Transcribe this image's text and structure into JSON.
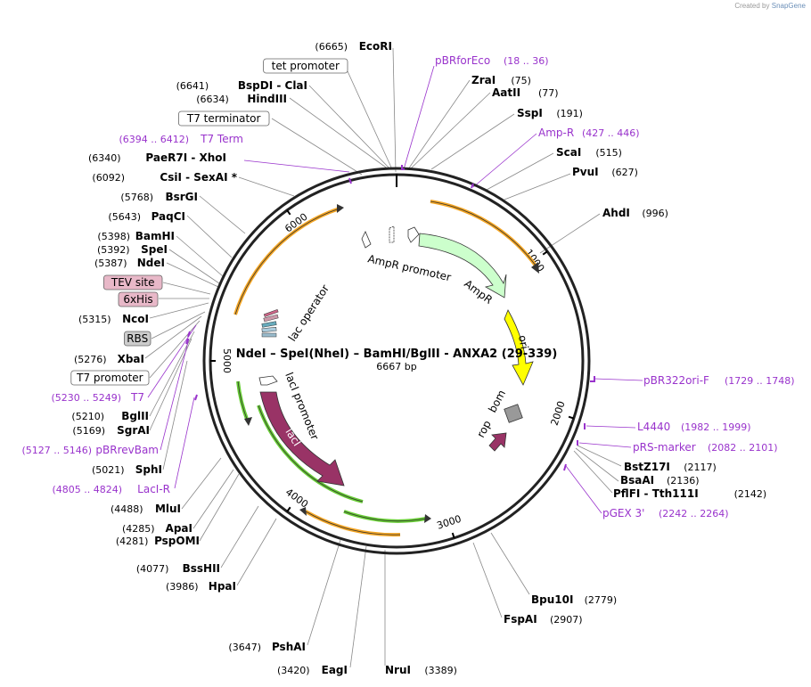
{
  "credit": {
    "prefix": "Created by",
    "brand": "SnapGene"
  },
  "plasmid": {
    "name": "NdeI – SpeI(NheI) – BamHI/BglII - ANXA2 (29-339)",
    "size_label": "6667 bp",
    "length": 6667
  },
  "colors": {
    "backbone": "#222222",
    "primer": "#9933cc",
    "ampR": "#ccffcc",
    "ori": "#ffff00",
    "lacI": "#993366",
    "orange_feature": "#f5a623",
    "green_feature": "#66cc33"
  },
  "ticks": [
    {
      "label": "1000",
      "pos": 1000
    },
    {
      "label": "2000",
      "pos": 2000
    },
    {
      "label": "3000",
      "pos": 3000
    },
    {
      "label": "4000",
      "pos": 4000
    },
    {
      "label": "5000",
      "pos": 5000
    },
    {
      "label": "6000",
      "pos": 6000
    }
  ],
  "features": {
    "ampR_promoter": "AmpR promoter",
    "ampR": "AmpR",
    "ori": "ori",
    "rop": "rop",
    "bom": "bom",
    "lacI_promoter": "lacI promoter",
    "lacI": "lacI",
    "lac_operator": "lac operator"
  },
  "sites_left": [
    {
      "name": "EcoRI",
      "pos": "(6665)"
    },
    {
      "name": "tet promoter",
      "pos": "",
      "boxed": true
    },
    {
      "name": "BspDI  - ClaI",
      "pos": "(6641)"
    },
    {
      "name": "HindIII",
      "pos": "(6634)"
    },
    {
      "name": "T7 terminator",
      "pos": "",
      "boxed": true
    },
    {
      "name": "T7 Term",
      "pos": "(6394 .. 6412)",
      "primer": true
    },
    {
      "name": "PaeR7I  - XhoI",
      "pos": "(6340)"
    },
    {
      "name": "CsiI  - SexAI *",
      "pos": "(6092)"
    },
    {
      "name": "BsrGI",
      "pos": "(5768)"
    },
    {
      "name": "PaqCI",
      "pos": "(5643)"
    },
    {
      "name": "BamHI",
      "pos": "(5398)"
    },
    {
      "name": "SpeI",
      "pos": "(5392)"
    },
    {
      "name": "NdeI",
      "pos": "(5387)"
    },
    {
      "name": "TEV site",
      "pos": "",
      "tag": "pink"
    },
    {
      "name": "6xHis",
      "pos": "",
      "tag": "pink"
    },
    {
      "name": "NcoI",
      "pos": "(5315)"
    },
    {
      "name": "RBS",
      "pos": "",
      "tag": "gray"
    },
    {
      "name": "XbaI",
      "pos": "(5276)"
    },
    {
      "name": "T7 promoter",
      "pos": "",
      "boxed": true
    },
    {
      "name": "T7",
      "pos": "(5230 .. 5249)",
      "primer": true
    },
    {
      "name": "BglII",
      "pos": "(5210)"
    },
    {
      "name": "SgrAI",
      "pos": "(5169)"
    },
    {
      "name": "pBRrevBam",
      "pos": "(5127 .. 5146)",
      "primer": true
    },
    {
      "name": "SphI",
      "pos": "(5021)"
    },
    {
      "name": "LacI-R",
      "pos": "(4805 .. 4824)",
      "primer": true
    },
    {
      "name": "MluI",
      "pos": "(4488)"
    },
    {
      "name": "ApaI",
      "pos": "(4285)"
    },
    {
      "name": "PspOMI",
      "pos": "(4281)"
    },
    {
      "name": "BssHII",
      "pos": "(4077)"
    },
    {
      "name": "HpaI",
      "pos": "(3986)"
    },
    {
      "name": "PshAI",
      "pos": "(3647)"
    },
    {
      "name": "EagI",
      "pos": "(3420)"
    }
  ],
  "sites_right": [
    {
      "name": "pBRforEco",
      "pos": "(18 .. 36)",
      "primer": true
    },
    {
      "name": "ZraI",
      "pos": "(75)"
    },
    {
      "name": "AatII",
      "pos": "(77)"
    },
    {
      "name": "SspI",
      "pos": "(191)"
    },
    {
      "name": "Amp-R",
      "pos": "(427 .. 446)",
      "primer": true
    },
    {
      "name": "ScaI",
      "pos": "(515)"
    },
    {
      "name": "PvuI",
      "pos": "(627)"
    },
    {
      "name": "AhdI",
      "pos": "(996)"
    },
    {
      "name": "pBR322ori-F",
      "pos": "(1729 .. 1748)",
      "primer": true
    },
    {
      "name": "L4440",
      "pos": "(1982 .. 1999)",
      "primer": true
    },
    {
      "name": "pRS-marker",
      "pos": "(2082 .. 2101)",
      "primer": true
    },
    {
      "name": "BstZ17I",
      "pos": "(2117)"
    },
    {
      "name": "BsaAI",
      "pos": "(2136)"
    },
    {
      "name": "PflFI  - Tth111I",
      "pos": "(2142)"
    },
    {
      "name": "pGEX 3'",
      "pos": "(2242 .. 2264)",
      "primer": true
    },
    {
      "name": "Bpu10I",
      "pos": "(2779)"
    },
    {
      "name": "FspAI",
      "pos": "(2907)"
    },
    {
      "name": "NruI",
      "pos": "(3389)"
    }
  ]
}
